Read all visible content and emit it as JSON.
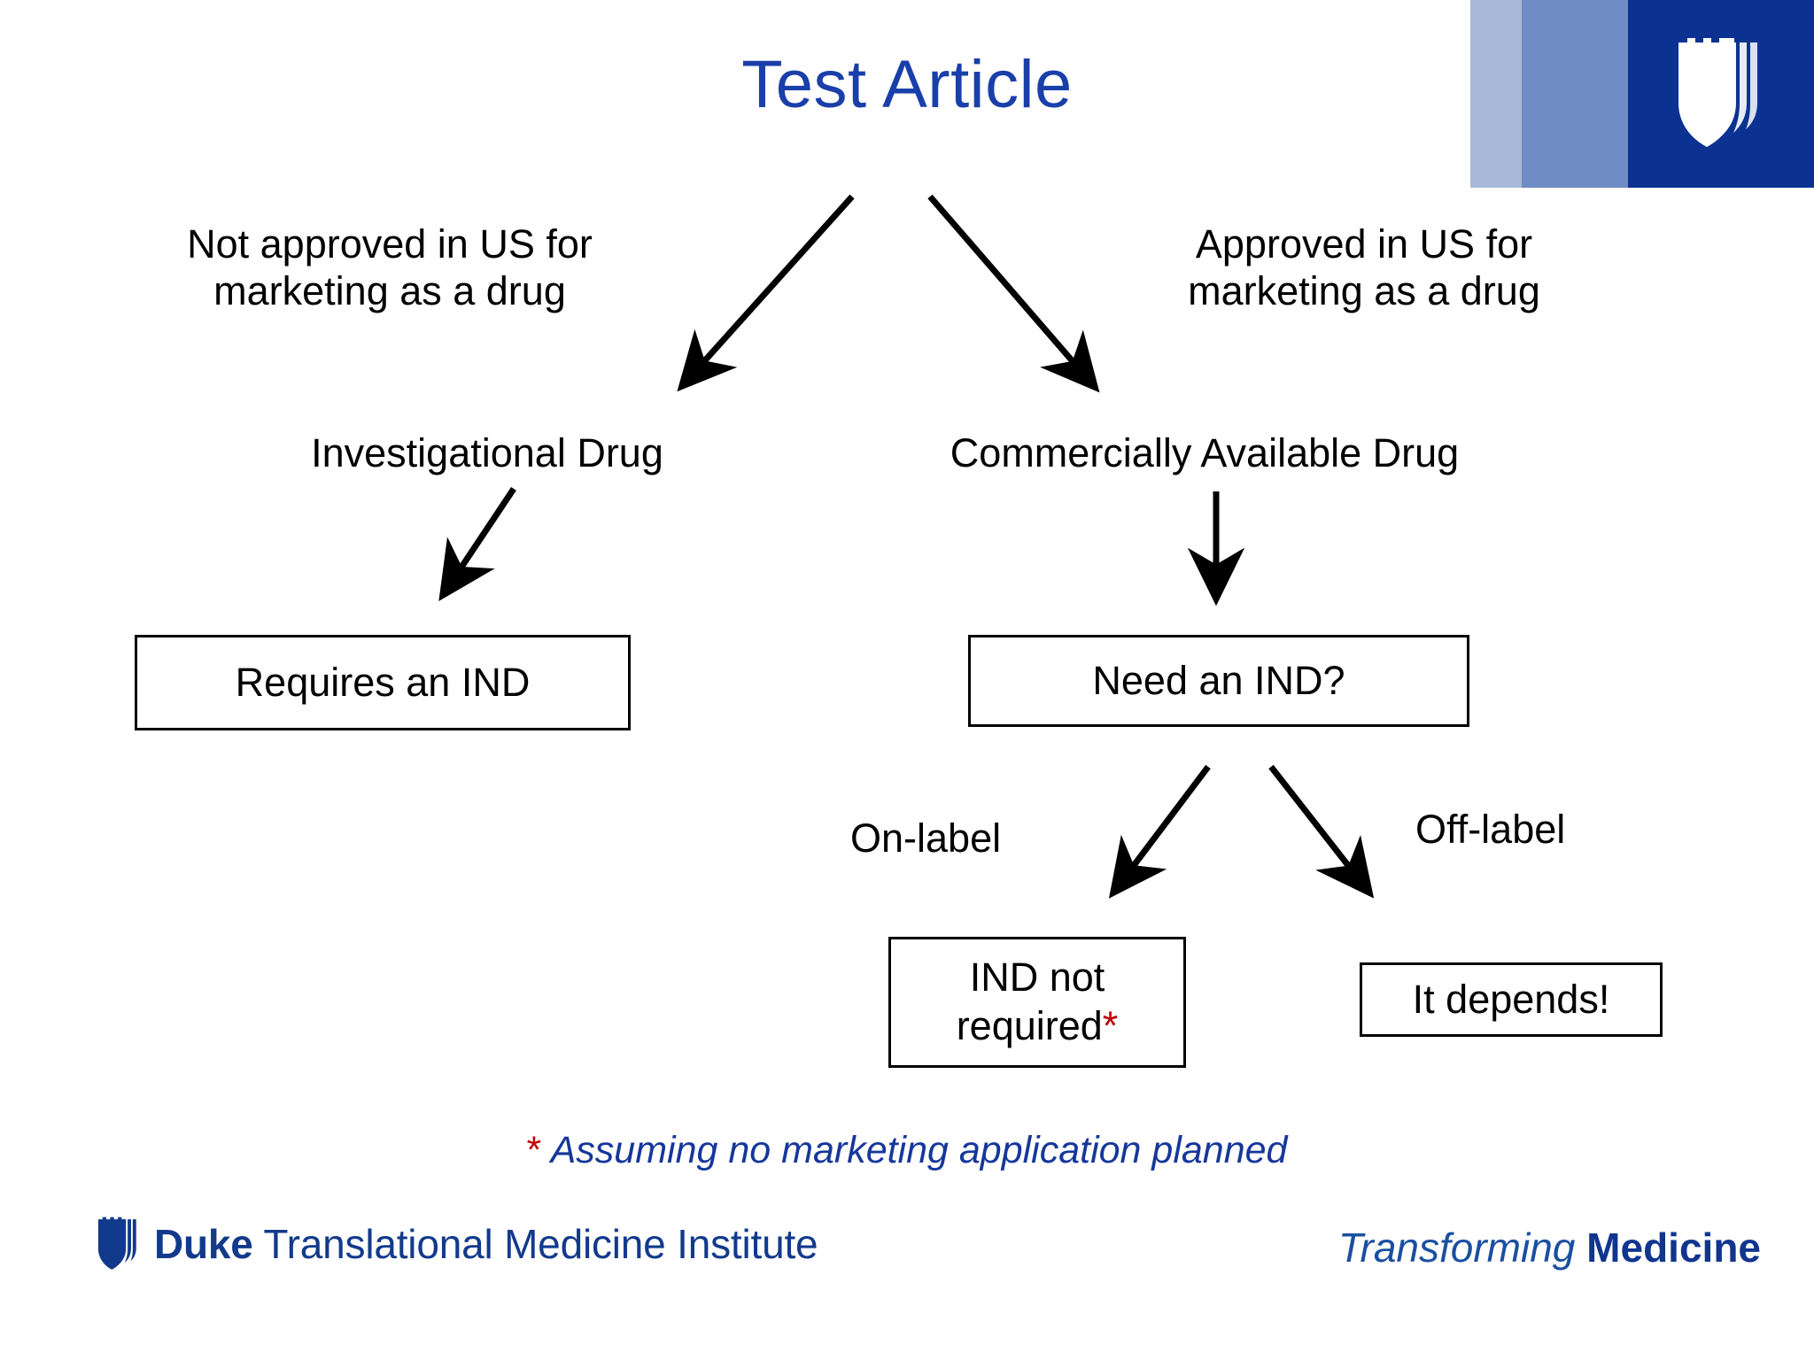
{
  "slide": {
    "title": "Test Article",
    "title_color": "#1a3faa",
    "background": "#ffffff"
  },
  "brand_ribbon": {
    "band_colors": [
      "#a8b8d8",
      "#6f8cc4",
      "#0b3291"
    ],
    "shield_icon": "duke-shield-icon",
    "shield_color": "#ffffff"
  },
  "flowchart": {
    "branch_left_label": "Not approved in US for\nmarketing as a drug",
    "branch_right_label": "Approved in US for\nmarketing as a drug",
    "node_left": "Investigational Drug",
    "node_right": "Commercially Available Drug",
    "box_requires_ind": "Requires an IND",
    "box_need_ind": "Need an IND?",
    "edge_on_label": "On-label",
    "edge_off_label": "Off-label",
    "box_ind_not_required": "IND not\nrequired",
    "box_ind_not_required_marker": "*",
    "box_it_depends": "It depends!",
    "arrow_color": "#000000",
    "box_border_color": "#000000",
    "marker_color": "#c00000"
  },
  "footnote": {
    "marker": "*",
    "text": " Assuming no marketing application planned",
    "color": "#16379b",
    "marker_color": "#c00000"
  },
  "footer": {
    "left_brand_bold": "Duke",
    "left_brand_rest": " Translational Medicine Institute",
    "left_logo_icon": "duke-shield-icon",
    "right_tagline_italic": "Transforming ",
    "right_tagline_bold": "Medicine",
    "color": "#123a8c"
  }
}
